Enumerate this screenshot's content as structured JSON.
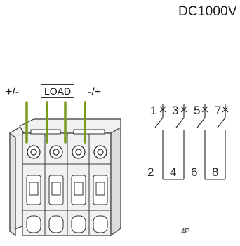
{
  "rating": {
    "voltage": "DC1000V"
  },
  "wiring": {
    "left_label": "+/-",
    "right_label": "-/+",
    "load_label": "LOAD"
  },
  "schematic": {
    "top_terminals": [
      "1",
      "3",
      "5",
      "7"
    ],
    "bottom_terminals": [
      "2",
      "4",
      "6",
      "8"
    ],
    "poles": "4P"
  },
  "colors": {
    "wire": "#7a9a1c",
    "line": "#222222",
    "body": "#f1f1f1",
    "outline": "#3a3a3a"
  }
}
